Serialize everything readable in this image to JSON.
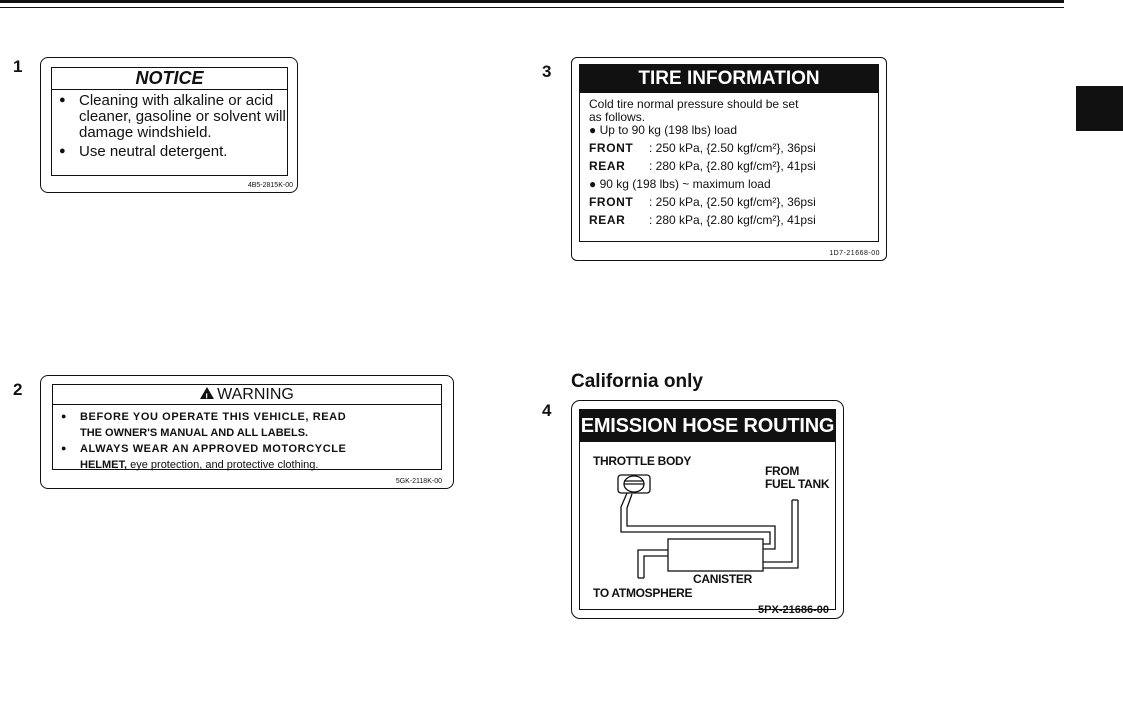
{
  "item_numbers": [
    "1",
    "2",
    "3",
    "4"
  ],
  "label1": {
    "heading": "NOTICE",
    "bullets": [
      "Cleaning with alkaline or acid cleaner, gasoline or solvent will damage windshield.",
      "Use neutral detergent."
    ],
    "code": "4B5-2815K-00"
  },
  "label2": {
    "heading": "WARNING",
    "bullet1_line1": "BEFORE YOU OPERATE THIS VEHICLE, READ",
    "bullet1_line2": "THE OWNER'S MANUAL AND ALL LABELS.",
    "bullet2_line1": "ALWAYS WEAR AN APPROVED MOTORCYCLE",
    "bullet2_line2_bold": "HELMET,",
    "bullet2_line2_rest": " eye protection, and protective clothing.",
    "code": "5GK-2118K-00"
  },
  "label3": {
    "heading": "TIRE INFORMATION",
    "intro_line1": "Cold tire normal pressure should be set",
    "intro_line2": "as follows.",
    "condition1": "● Up to 90 kg (198 lbs) load",
    "condition2": "● 90 kg (198 lbs) ~ maximum load",
    "rows1": [
      {
        "key": "FRONT",
        "value": ": 250 kPa, {2.50 kgf/cm²}, 36psi"
      },
      {
        "key": "REAR",
        "value": ": 280 kPa, {2.80 kgf/cm²}, 41psi"
      }
    ],
    "rows2": [
      {
        "key": "FRONT",
        "value": ": 250 kPa, {2.50 kgf/cm²}, 36psi"
      },
      {
        "key": "REAR",
        "value": ": 280 kPa, {2.80 kgf/cm²}, 41psi"
      }
    ],
    "code": "1D7-21668-00"
  },
  "label4": {
    "caption": "California only",
    "heading": "EMISSION HOSE ROUTING",
    "throttle_body": "THROTTLE BODY",
    "from": "FROM",
    "fuel_tank": "FUEL TANK",
    "canister": "CANISTER",
    "to_atmosphere": "TO ATMOSPHERE",
    "code": "5PX-21686-00"
  }
}
